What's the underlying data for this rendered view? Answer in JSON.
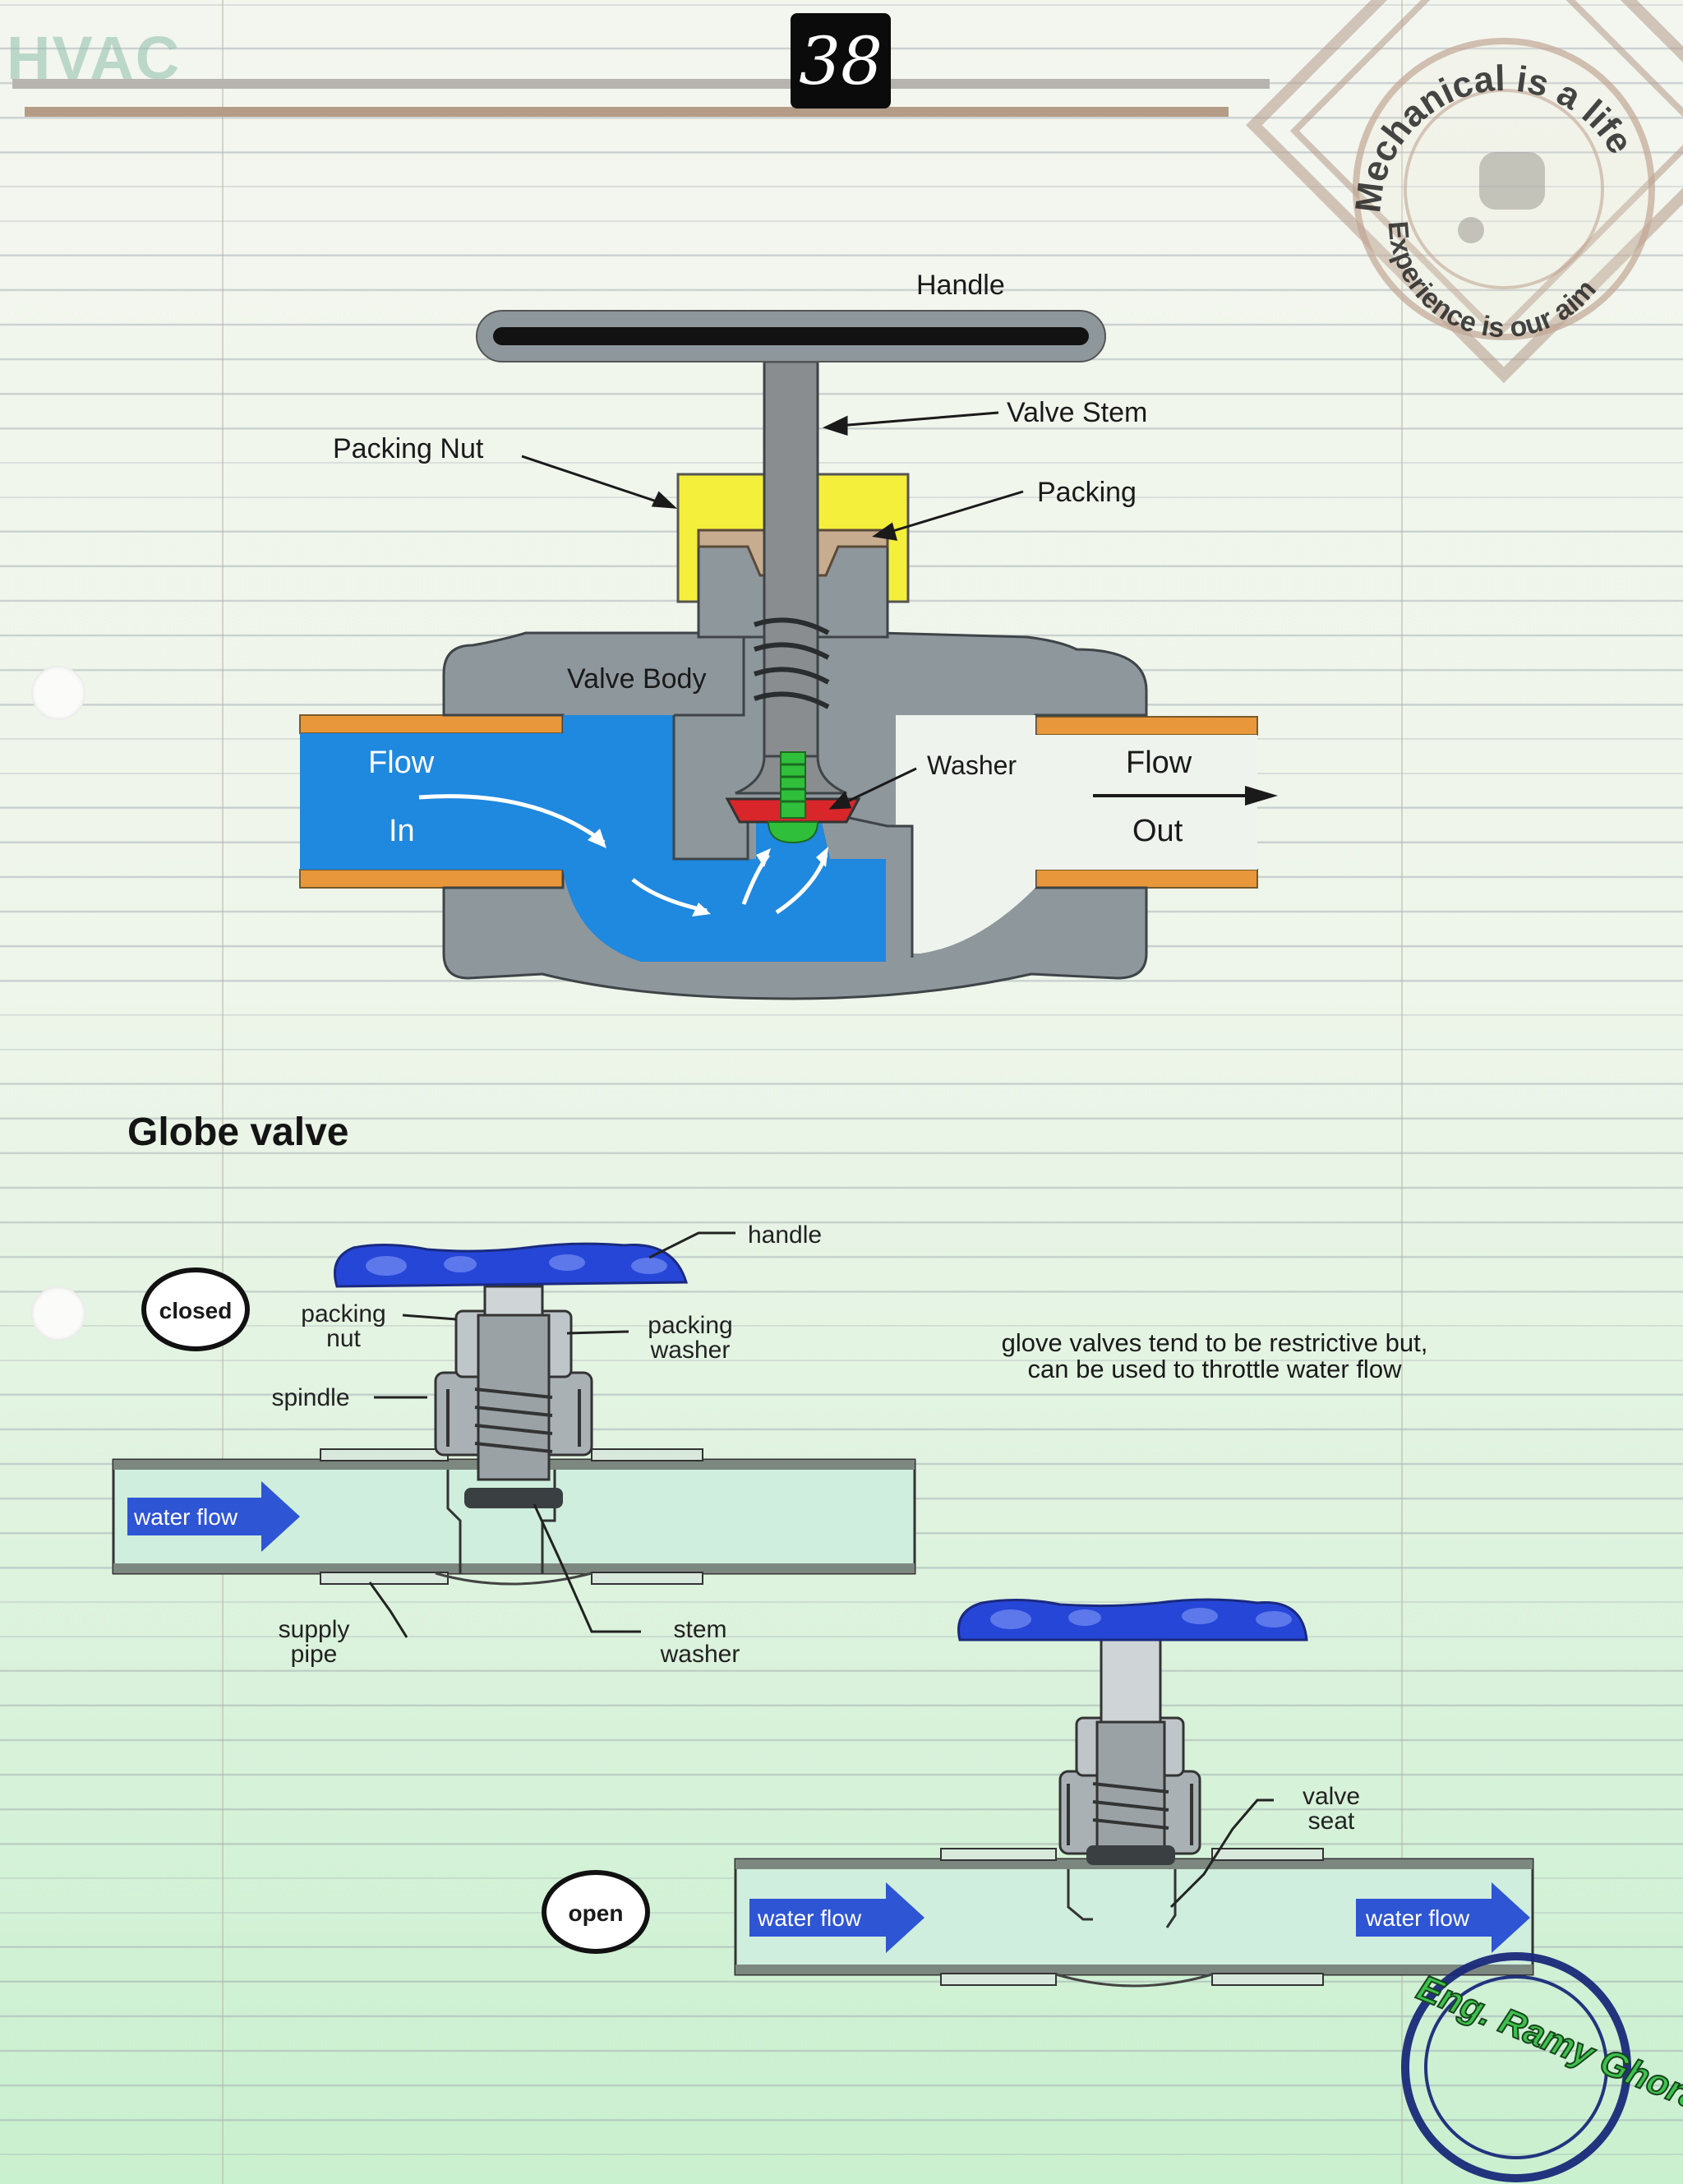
{
  "header": {
    "brand": "HVAC",
    "page_number": "38",
    "watermark_top": "Mechanical is a life",
    "watermark_bottom": "Experience is our aim"
  },
  "colors": {
    "valve_body": "#8e979c",
    "flow_water": "#1f88df",
    "pipe_edge": "#e8973a",
    "packing_nut": "#f4ef3a",
    "washer": "#d8262a",
    "screw": "#2fbf3a",
    "handle_blue": "#2646d8",
    "flow_arrow": "#2e55d4"
  },
  "diagram1": {
    "labels": {
      "handle": "Handle",
      "valve_stem": "Valve Stem",
      "packing_nut": "Packing Nut",
      "packing": "Packing",
      "valve_body": "Valve Body",
      "flow_in_1": "Flow",
      "flow_in_2": "In",
      "washer": "Washer",
      "flow_out_1": "Flow",
      "flow_out_2": "Out"
    }
  },
  "section_title": "Globe valve",
  "diagram2": {
    "closed_label": "closed",
    "open_label": "open",
    "labels": {
      "handle": "handle",
      "packing_nut_1": "packing",
      "packing_nut_2": "nut",
      "packing_washer_1": "packing",
      "packing_washer_2": "washer",
      "spindle": "spindle",
      "water_flow": "water flow",
      "supply_pipe_1": "supply",
      "supply_pipe_2": "pipe",
      "stem_washer_1": "stem",
      "stem_washer_2": "washer",
      "valve_seat_1": "valve",
      "valve_seat_2": "seat"
    },
    "note_line1": "glove valves tend to be restrictive but,",
    "note_line2": "can be used to throttle water flow"
  },
  "signature": "Eng. Ramy Ghoraba"
}
